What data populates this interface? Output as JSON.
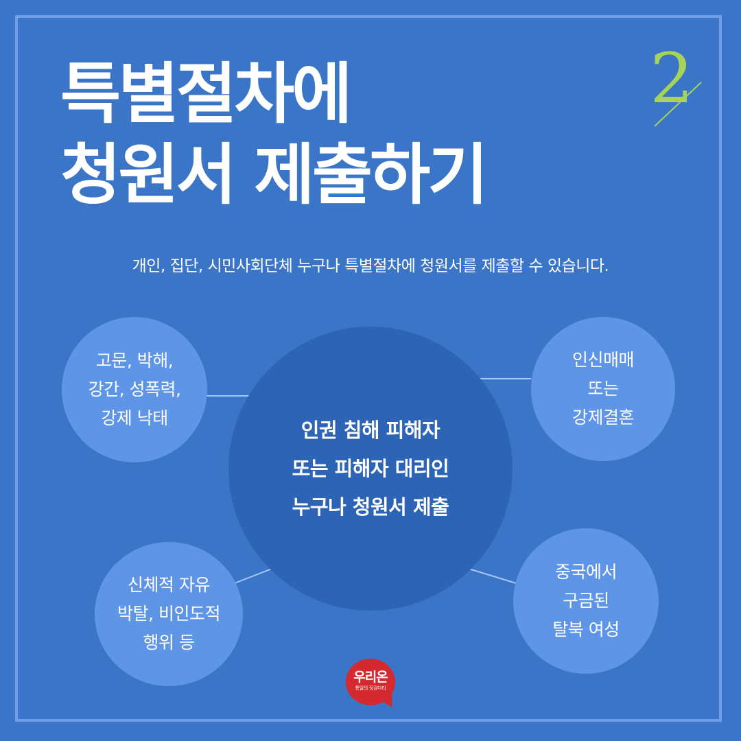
{
  "title": {
    "line1": "특별절차에",
    "line2": "청원서 제출하기"
  },
  "badge": {
    "number": "2",
    "color": "#a6d45a"
  },
  "subtitle": "개인, 집단, 시민사회단체 누구나 특별절차에 청원서를 제출할 수 있습니다.",
  "center": {
    "lines": [
      "인권 침해 피해자",
      "또는 피해자 대리인",
      "누구나 청원서 제출"
    ]
  },
  "bubbles": {
    "top_left": [
      "고문, 박해,",
      "강간, 성폭력,",
      "강제 낙태"
    ],
    "top_right": [
      "인신매매",
      "또는",
      "강제결혼"
    ],
    "bottom_left": [
      "신체적 자유",
      "박탈, 비인도적",
      "행위 등"
    ],
    "bottom_right": [
      "중국에서",
      "구금된",
      "탈북 여성"
    ]
  },
  "logo": {
    "name": "우리온",
    "tagline": "통일의 징검다리"
  },
  "colors": {
    "background": "#3a75c8",
    "frame": "#6f9ee6",
    "bubble": "#5e95e6",
    "center": "#2e64b6",
    "logo": "#d42a2f"
  }
}
